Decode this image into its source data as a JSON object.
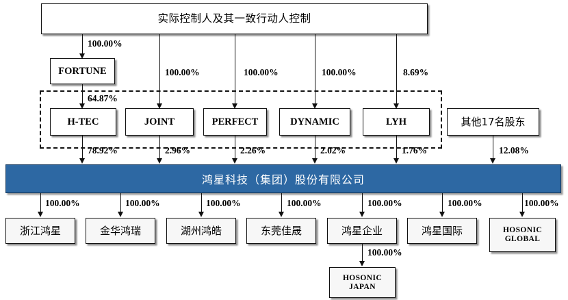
{
  "diagram": {
    "title_box": {
      "label": "实际控制人及其一致行动人控制"
    },
    "intermediate": {
      "fortune": "FORTUNE"
    },
    "control_group_members": [
      {
        "id": "htec",
        "label": "H-TEC"
      },
      {
        "id": "joint",
        "label": "JOINT"
      },
      {
        "id": "perfect",
        "label": "PERFECT"
      },
      {
        "id": "dynamic",
        "label": "DYNAMIC"
      },
      {
        "id": "lyh",
        "label": "LYH"
      }
    ],
    "other_shareholders": {
      "label": "其他17名股东"
    },
    "main_company": {
      "label": "鸿星科技（集团）股份有限公司",
      "color": "#2d68a3"
    },
    "subsidiaries": [
      {
        "id": "sub0",
        "label": "浙江鸿星"
      },
      {
        "id": "sub1",
        "label": "金华鸿瑞"
      },
      {
        "id": "sub2",
        "label": "湖州鸿皓"
      },
      {
        "id": "sub3",
        "label": "东莞佳晟"
      },
      {
        "id": "sub4",
        "label": "鸿星企业"
      },
      {
        "id": "sub5",
        "label": "鸿星国际"
      },
      {
        "id": "sub6",
        "label": "HOSONIC GLOBAL"
      }
    ],
    "sub_subsidiary": {
      "label": "HOSONIC JAPAN"
    },
    "percentages": {
      "top_to_fortune": "100.00%",
      "top_to_joint": "100.00%",
      "top_to_perfect": "100.00%",
      "top_to_dynamic": "100.00%",
      "top_to_lyh": "8.69%",
      "fortune_to_htec": "64.87%",
      "htec_to_main": "78.92%",
      "joint_to_main": "2.96%",
      "perfect_to_main": "2.26%",
      "dynamic_to_main": "2.02%",
      "lyh_to_main": "1.76%",
      "other_to_main": "12.08%",
      "main_to_sub0": "100.00%",
      "main_to_sub1": "100.00%",
      "main_to_sub2": "100.00%",
      "main_to_sub3": "100.00%",
      "main_to_sub4": "100.00%",
      "main_to_sub5": "100.00%",
      "main_to_sub6": "100.00%",
      "sub4_to_japan": "100.00%"
    }
  }
}
